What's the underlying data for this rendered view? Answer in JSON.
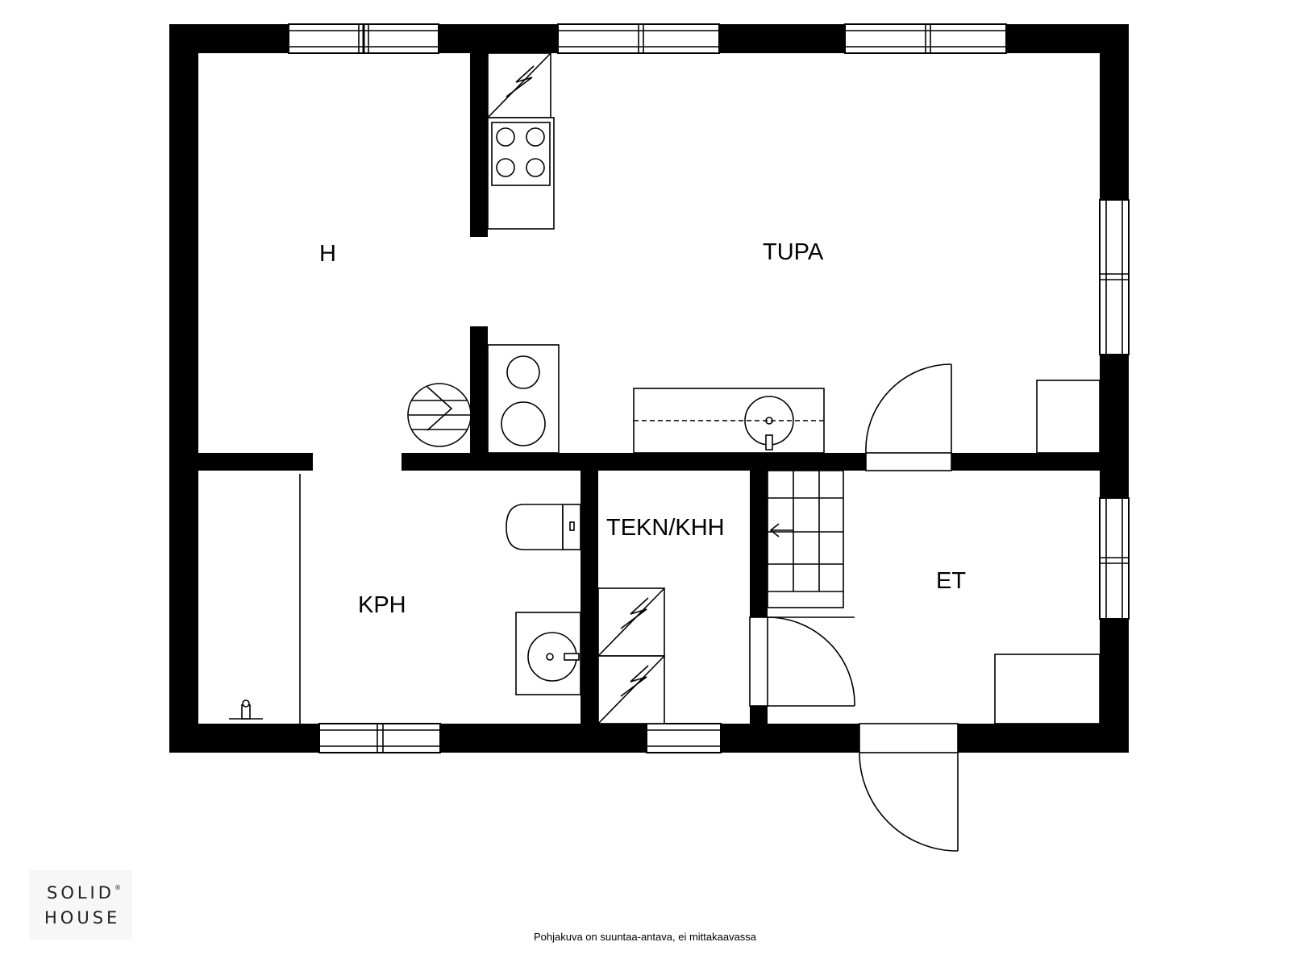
{
  "rooms": {
    "h": "H",
    "tupa": "TUPA",
    "kph": "KPH",
    "tekn_khh": "TEKN/KHH",
    "et": "ET"
  },
  "footer_note": "Pohjakuva on suuntaa-antava, ei mittakaavassa",
  "logo": {
    "line1": "SOLID",
    "line2": "HOUSE",
    "registered": "®"
  }
}
